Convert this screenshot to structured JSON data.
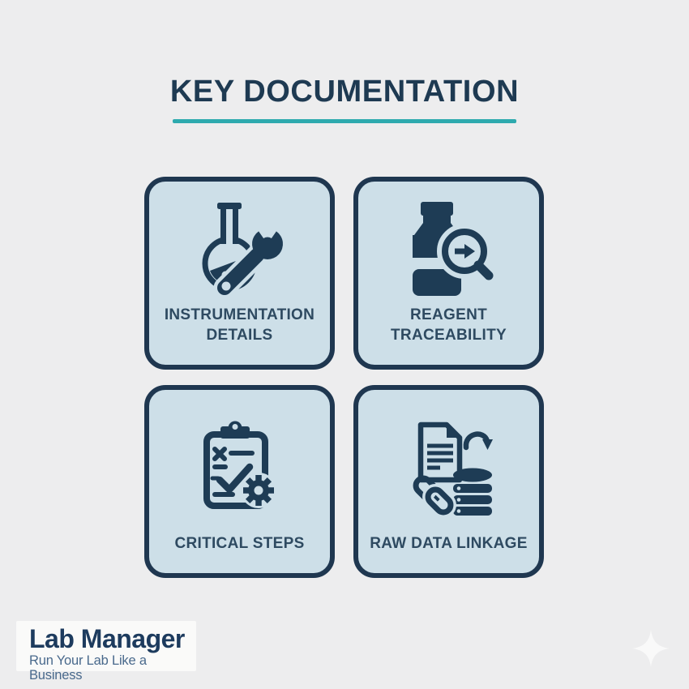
{
  "header": {
    "title": "KEY DOCUMENTATION"
  },
  "cards": [
    {
      "label": "INSTRUMENTATION DETAILS",
      "icon": "flask-wrench-icon"
    },
    {
      "label": "REAGENT TRACEABILITY",
      "icon": "bottle-magnifier-icon"
    },
    {
      "label": "CRITICAL STEPS",
      "icon": "clipboard-gear-icon"
    },
    {
      "label": "RAW DATA LINKAGE",
      "icon": "document-database-link-icon"
    }
  ],
  "footer": {
    "brand": "Lab Manager",
    "tagline": "Run Your Lab Like a Business",
    "sparkle": "sparkle-icon"
  },
  "colors": {
    "background": "#EDEDEE",
    "card_fill": "#CDDFE8",
    "card_border": "#1F3750",
    "icon_navy": "#1E3C55",
    "title_navy": "#1E3A52",
    "teal_underline": "#2EAAAE",
    "brand_navy": "#1D3B5E",
    "tagline_blue": "#49698C"
  }
}
